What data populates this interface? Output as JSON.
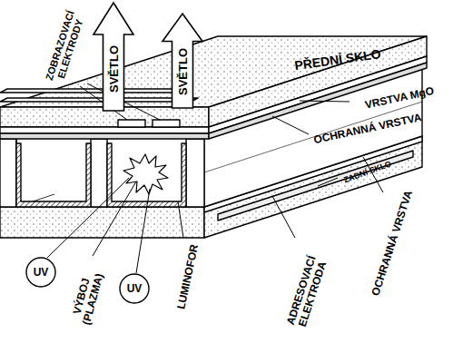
{
  "diagram": {
    "nodes": [
      {
        "text": [
          "SVĚTLO"
        ]
      },
      {
        "text": [
          "SVĚTLO"
        ]
      },
      {
        "text": [
          "UV"
        ]
      },
      {
        "text": [
          "UV"
        ]
      }
    ],
    "labels": [
      "ZOBRAZOVACÍ ELEKTRODY",
      "PŘEDNÍ SKLO",
      "VRSTVA MgO",
      "OCHRANNÁ VRSTVA",
      "ZADNÍ SKLO",
      "OCHRANNÁ VRSTVA",
      "ADRESOVACÍ ELEKTRODA",
      "LUMINOFOR",
      "VÝBOJ (PLAZMA)"
    ]
  }
}
